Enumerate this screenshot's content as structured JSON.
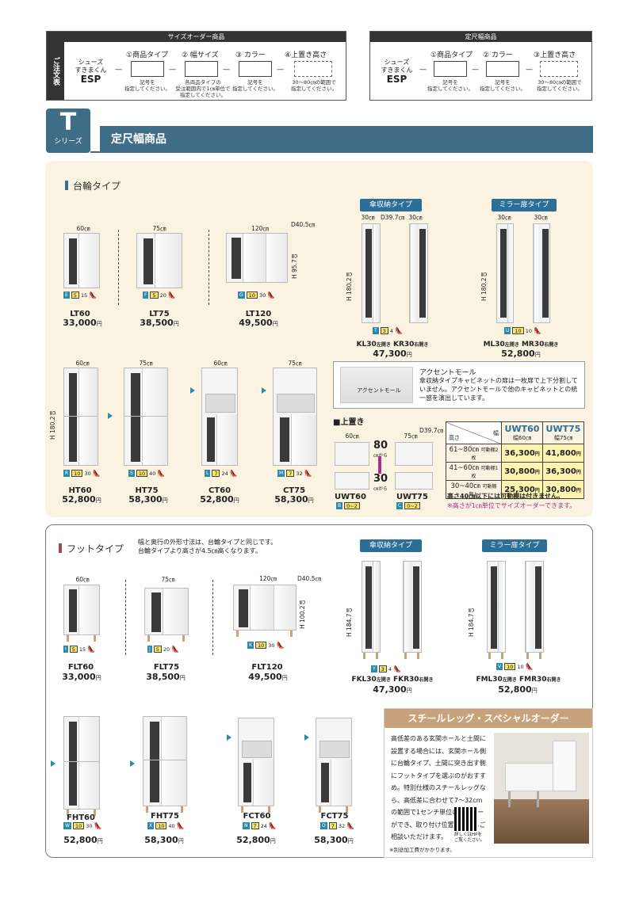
{
  "order_size": {
    "header": "サイズオーダー商品",
    "side": "ご注文表",
    "brand_line1": "シューズ",
    "brand_line2": "すきまくん",
    "brand_line3": "ESP",
    "step1": "①商品タイプ",
    "step2": "② 幅サイズ",
    "step3": "③ カラー",
    "step4": "④上置き高さ",
    "note1a": "記号を",
    "note1b": "指定してください。",
    "note2a": "各商品タイプの",
    "note2b": "受注範囲内で1㎝単位で",
    "note2c": "指定してください。",
    "note3a": "記号を",
    "note3b": "指定してください。",
    "note4a": "30～80㎝の範囲で",
    "note4b": "指定してください。"
  },
  "order_fixed": {
    "header": "定尺幅商品",
    "brand_line1": "シューズ",
    "brand_line2": "すきまくん",
    "brand_line3": "ESP",
    "step1": "①商品タイプ",
    "step2": "② カラー",
    "step3": "③上置き高さ",
    "note1a": "記号を",
    "note1b": "指定してください。",
    "note2a": "記号を",
    "note2b": "指定してください。",
    "note3a": "30～80㎝の範囲で",
    "note3b": "指定してください。"
  },
  "series": {
    "letter": "T",
    "label": "シリーズ",
    "title": "定尺幅商品"
  },
  "caster": {
    "title": "台輪タイプ",
    "umbrella_tag": "傘収納タイプ",
    "mirror_tag": "ミラー扉タイプ",
    "products": [
      {
        "name": "LT60",
        "price": "33,000",
        "code": "E",
        "num": "5",
        "depth": "15",
        "w": "60㎝"
      },
      {
        "name": "LT75",
        "price": "38,500",
        "code": "F",
        "num": "5",
        "depth": "20",
        "w": "75㎝"
      },
      {
        "name": "LT120",
        "price": "49,500",
        "code": "G",
        "num": "10",
        "depth": "30",
        "w": "120㎝",
        "d": "D40.5㎝",
        "h": "H 95.7㎝"
      },
      {
        "name": "HT60",
        "price": "52,800",
        "code": "R",
        "num": "10",
        "depth": "30",
        "w": "60㎝",
        "h": "H 180.2㎝"
      },
      {
        "name": "HT75",
        "price": "58,300",
        "code": "S",
        "num": "10",
        "depth": "40",
        "w": "75㎝"
      },
      {
        "name": "CT60",
        "price": "52,800",
        "code": "L",
        "num": "7",
        "depth": "24",
        "w": "60㎝"
      },
      {
        "name": "CT75",
        "price": "58,300",
        "code": "M",
        "num": "7",
        "depth": "32",
        "w": "75㎝"
      }
    ],
    "kl": {
      "name1": "KL30",
      "sub1": "左開き",
      "name2": "KR30",
      "sub2": "右開き",
      "price": "47,300",
      "code": "T",
      "num": "3",
      "depth": "4",
      "w1": "30㎝",
      "d": "D39.7㎝",
      "w2": "30㎝",
      "h": "H 180.2㎝"
    },
    "ml": {
      "name1": "ML30",
      "sub1": "左開き",
      "name2": "MR30",
      "sub2": "右開き",
      "price": "52,800",
      "code": "U",
      "num": "10",
      "depth": "10",
      "w1": "30㎝",
      "w2": "30㎝",
      "h": "H 180.2㎝"
    },
    "yen": "円"
  },
  "accent": {
    "title": "アクセントモール",
    "label": "アクセントモール",
    "text": "傘収納タイプキャビネットの扉は一枚扉で上下分割していません。アクセントモールで他のキャビネットとの統一感を演出しています。"
  },
  "top_unit": {
    "title": "■上置き",
    "w60": "60㎝",
    "w75": "75㎝",
    "d": "D39.7㎝",
    "h80": "80",
    "h80u": "㎝から",
    "h30": "30",
    "h30u": "㎝から",
    "name1": "UWT60",
    "code1": "B",
    "num1": "0~2",
    "name2": "UWT75",
    "code2": "C",
    "num2": "0~2"
  },
  "price_table": {
    "h_width": "幅",
    "h_height": "高さ",
    "col1": "UWT60",
    "col1sub": "幅60㎝",
    "col2": "UWT75",
    "col2sub": "幅75㎝",
    "rows": [
      {
        "range": "61~80㎝",
        "note": "可動棚2枚",
        "p1": "36,300",
        "p2": "41,800"
      },
      {
        "range": "41~60㎝",
        "note": "可動棚1枚",
        "p1": "30,800",
        "p2": "36,300"
      },
      {
        "range": "30~40㎝",
        "note": "可動棚無し",
        "p1": "25,300",
        "p2": "30,800"
      }
    ],
    "yen": "円",
    "note1": "高さ40㎝以下には可動棚は付きません。",
    "note2": "※高さが1㎝単位でサイズオーダーできます。"
  },
  "foot": {
    "title": "フットタイプ",
    "desc1": "幅と奥行の外形寸法は、台輪タイプと同じです。",
    "desc2": "台輪タイプより高さが4.5㎝高くなります。",
    "umbrella_tag": "傘収納タイプ",
    "mirror_tag": "ミラー扉タイプ",
    "products": [
      {
        "name": "FLT60",
        "price": "33,000",
        "code": "I",
        "num": "5",
        "depth": "15",
        "w": "60㎝"
      },
      {
        "name": "FLT75",
        "price": "38,500",
        "code": "J",
        "num": "5",
        "depth": "20",
        "w": "75㎝"
      },
      {
        "name": "FLT120",
        "price": "49,500",
        "code": "K",
        "num": "10",
        "depth": "30",
        "w": "120㎝",
        "d": "D40.5㎝",
        "h": "H 100.2㎝"
      },
      {
        "name": "FHT60",
        "price": "52,800",
        "code": "W",
        "num": "10",
        "depth": "30"
      },
      {
        "name": "FHT75",
        "price": "58,300",
        "code": "X",
        "num": "10",
        "depth": "40"
      },
      {
        "name": "FCT60",
        "price": "52,800",
        "code": "N",
        "num": "7",
        "depth": "24"
      },
      {
        "name": "FCT75",
        "price": "58,300",
        "code": "O",
        "num": "7",
        "depth": "32"
      }
    ],
    "fkl": {
      "name1": "FKL30",
      "sub1": "左開き",
      "name2": "FKR30",
      "sub2": "右開き",
      "price": "47,300",
      "code": "Y",
      "num": "3",
      "depth": "4",
      "h": "H 184.7㎝"
    },
    "fml": {
      "name1": "FML30",
      "sub1": "左開き",
      "name2": "FMR30",
      "sub2": "右開き",
      "price": "52,800",
      "code": "V",
      "num": "10",
      "depth": "10",
      "h": "H 184.7㎝"
    },
    "yen": "円"
  },
  "steel": {
    "title": "スチールレッグ・スペシャルオーダー",
    "text": "高低差のある玄関ホールと土間に設置する場合には、玄関ホール側に台輪タイプ、土間に突き出す側にフットタイプを選ぶのがおすすめ。特別仕様のスチールレッグなら、高低差に合わせて7～32cmの範囲で1センチ単位のオーダーができ、取り付け位置や本数もご相談いただけます。",
    "note": "※別途加工費がかかります。",
    "qr_note1": "詳しくはHPを",
    "qr_note2": "ご覧ください。"
  }
}
